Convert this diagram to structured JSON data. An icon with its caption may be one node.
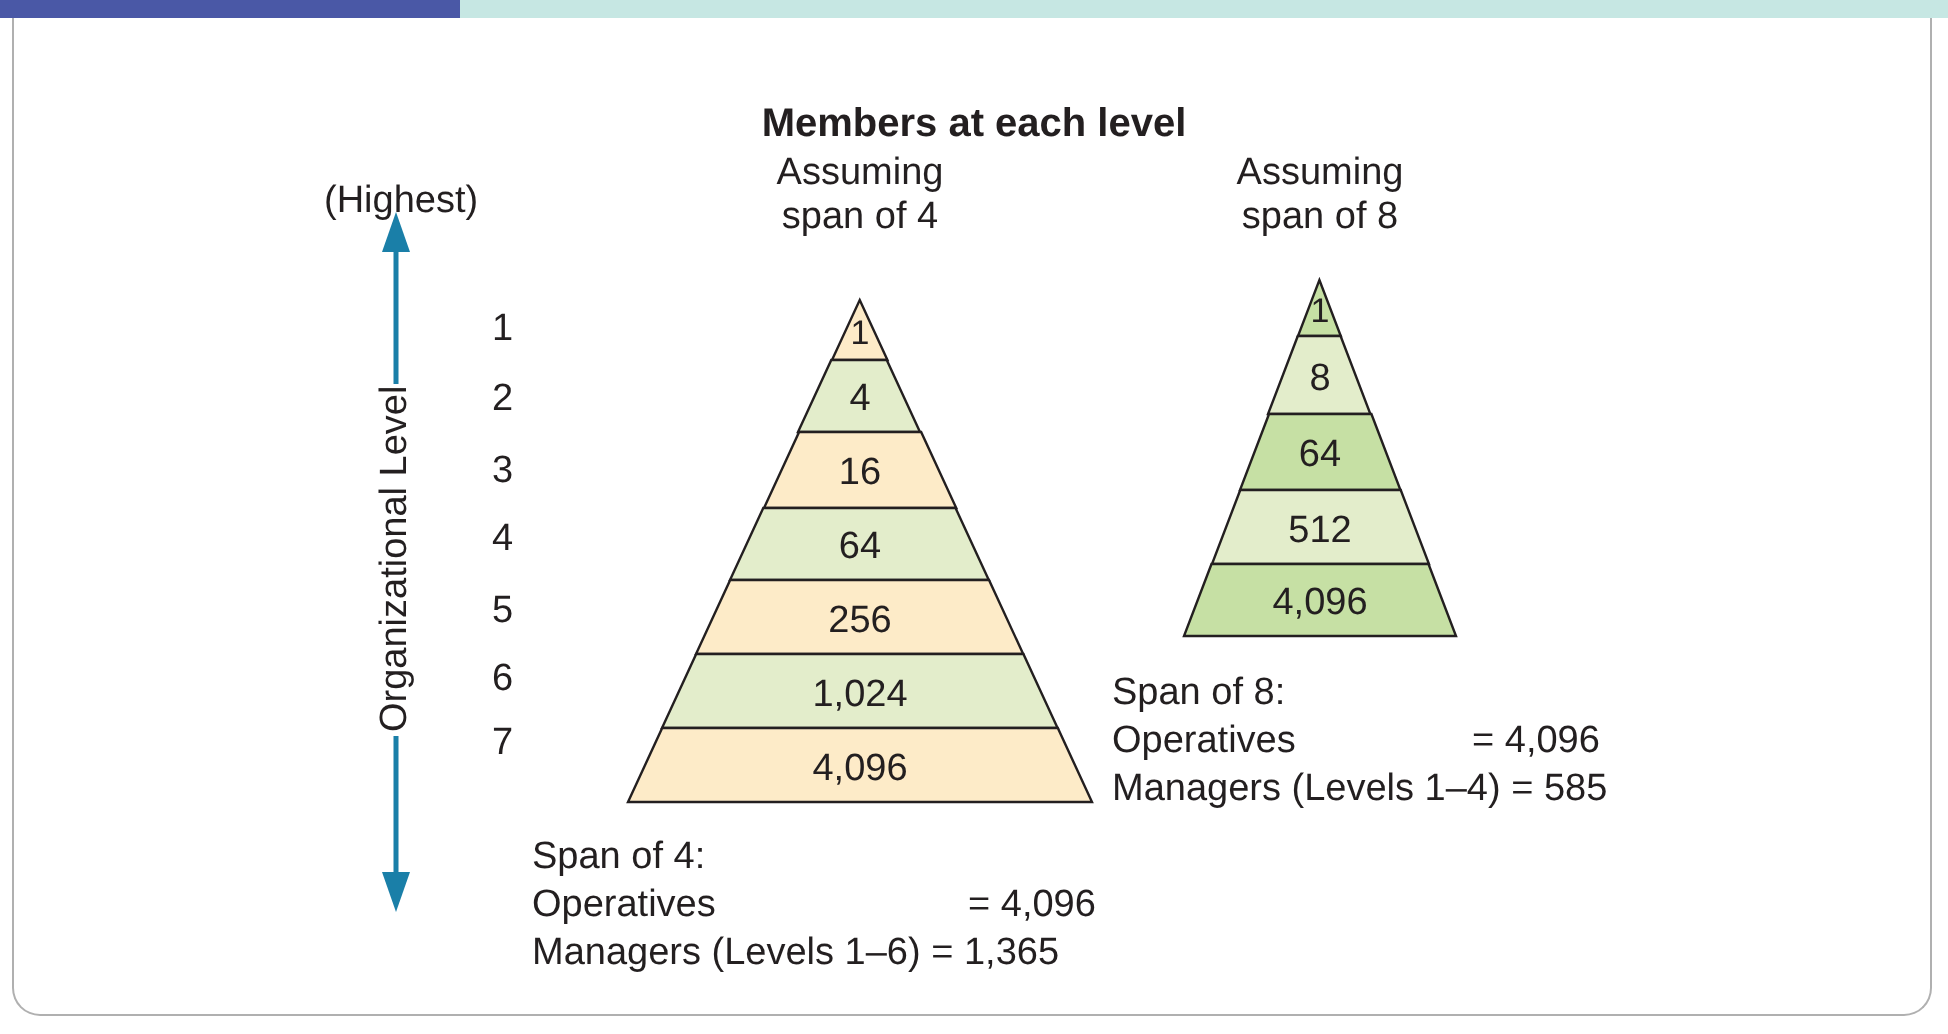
{
  "diagram": {
    "title": "Members at each level",
    "nodes": [
      {
        "text": [
          "Assuming span of 4"
        ]
      },
      {
        "text": [
          "1"
        ],
        "in": 0
      },
      {
        "text": [
          "4"
        ],
        "in": 0
      },
      {
        "text": [
          "16"
        ],
        "in": 0
      },
      {
        "text": [
          "64"
        ],
        "in": 0
      },
      {
        "text": [
          "256"
        ],
        "in": 0
      },
      {
        "text": [
          "1,024"
        ],
        "in": 0
      },
      {
        "text": [
          "4,096"
        ],
        "in": 0
      },
      {
        "text": [
          "Assuming span of 8"
        ]
      },
      {
        "text": [
          "1"
        ],
        "in": 8
      },
      {
        "text": [
          "8"
        ],
        "in": 8
      },
      {
        "text": [
          "64"
        ],
        "in": 8
      },
      {
        "text": [
          "512"
        ],
        "in": 8
      },
      {
        "text": [
          "4,096"
        ],
        "in": 8
      }
    ],
    "edges": [],
    "labels": [
      "(Highest)",
      "Organizational Level",
      "1",
      "2",
      "3",
      "4",
      "5",
      "6",
      "7",
      "Span of 8:",
      "Operatives",
      "= 4,096",
      "Managers (Levels 1–4) = 585",
      "Span of 4:",
      "Operatives",
      "= 4,096",
      "Managers (Levels 1–6) = 1,365"
    ]
  }
}
